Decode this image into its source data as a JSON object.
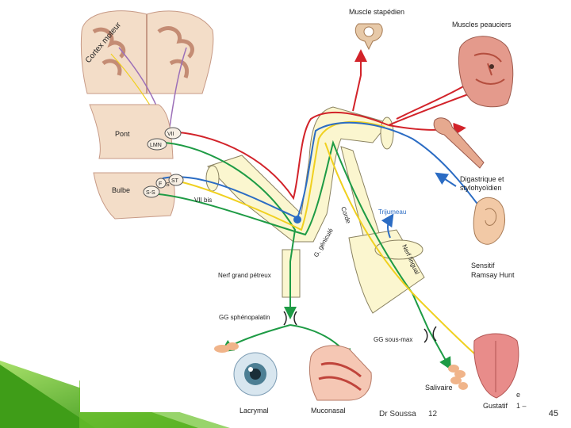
{
  "labels": {
    "cortex": "Cortex moteur",
    "pont": "Pont",
    "bulbe": "Bulbe",
    "vii": "VII",
    "lmn": "LMN",
    "nucleus_st": "ST",
    "nucleus_f": "F",
    "nucleus_s": "S",
    "nucleus_ss": "S-S",
    "vii_bis": "VII bis",
    "g_genicule": "G. géniculé",
    "corde": "Corde",
    "trijumeau": "Trijumeau",
    "nerf_lingual": "Nerf lingual",
    "nerf_grand_petreux": "Nerf grand pétreux",
    "gg_sphenopalatin": "GG sphénopalatin",
    "gg_sous_max": "GG sous-max",
    "muscle_stapedien": "Muscle stapédien",
    "muscles_peauciers": "Muscles peauciers",
    "digastrique_1": "Digastrique et",
    "digastrique_2": "stylohyoïdien",
    "sensitif_1": "Sensitif",
    "sensitif_2": "Ramsay Hunt",
    "lacrymal": "Lacrymal",
    "muconasal": "Muconasal",
    "salivaire": "Salivaire",
    "gustatif": "Gustatif"
  },
  "footer": {
    "author": "Dr Soussa",
    "code": "12",
    "edge_e": "e",
    "edge_1": "1 –",
    "page_number": "45"
  },
  "colors": {
    "motor": "#d2232a",
    "parasympathetic": "#1e9b45",
    "sensory": "#2b6cc4",
    "gustatory": "#f0d020",
    "nerve_sheath": "#fbf6cf",
    "brain": "#f3ddc8",
    "slide_green": "#4caf1e"
  }
}
